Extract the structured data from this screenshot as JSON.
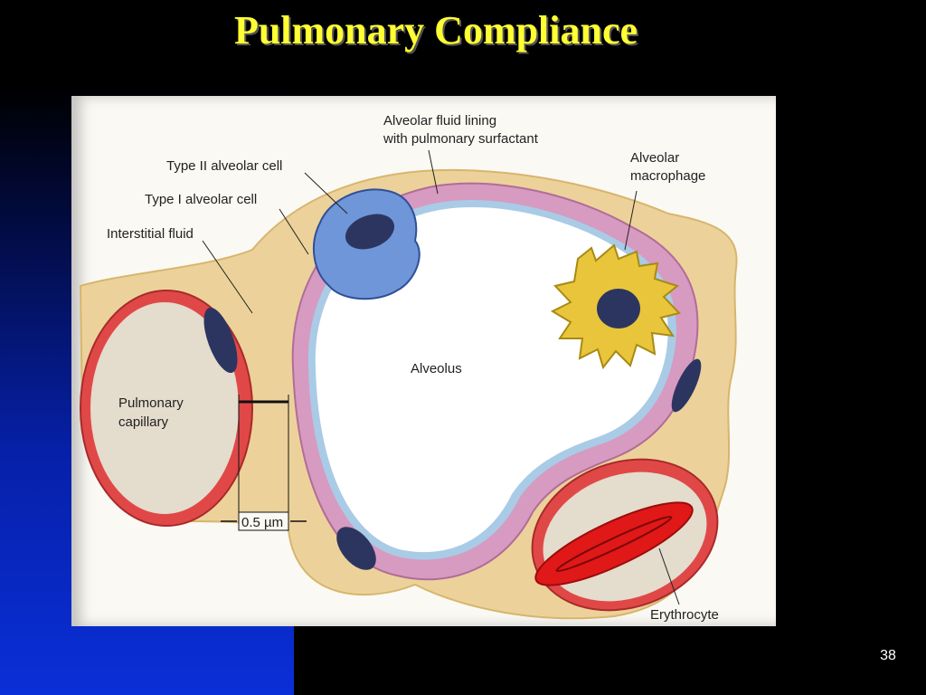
{
  "slide": {
    "title": "Pulmonary Compliance",
    "page_number": "38"
  },
  "figure": {
    "labels": {
      "alveolar_fluid_lining_1": "Alveolar fluid lining",
      "alveolar_fluid_lining_2": "with pulmonary surfactant",
      "type2_cell": "Type II alveolar cell",
      "type1_cell": "Type I alveolar cell",
      "interstitial_fluid": "Interstitial fluid",
      "macrophage_1": "Alveolar",
      "macrophage_2": "macrophage",
      "alveolus": "Alveolus",
      "capillary_1": "Pulmonary",
      "capillary_2": "capillary",
      "distance": "0.5 µm",
      "erythrocyte": "Erythrocyte"
    },
    "colors": {
      "interstitium": "#ecd29a",
      "alveolar_wall": "#d79ac0",
      "capillary_wall": "#e04848",
      "type2_cell": "#6f96d8",
      "macrophage": "#e8c53a",
      "erythrocyte": "#e01818",
      "nucleus": "#2c3560"
    }
  }
}
